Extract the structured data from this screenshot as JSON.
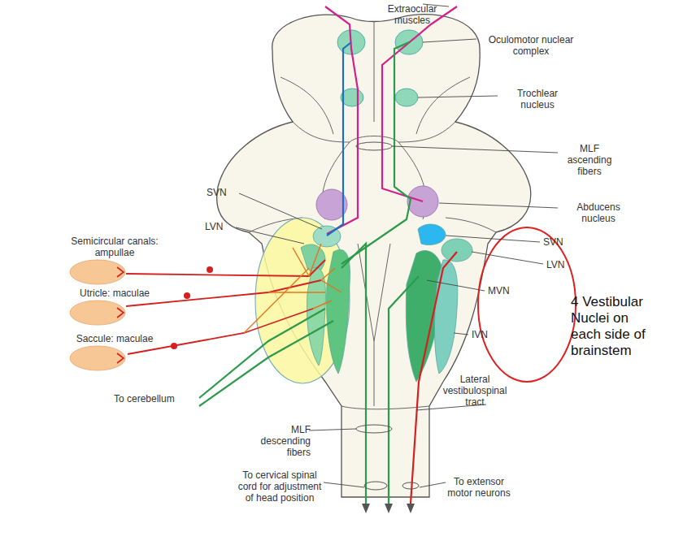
{
  "diagram": {
    "nodes": [
      {
        "text": [
          "Semicircular canals: ampullae"
        ]
      },
      {
        "text": [
          "Utricle: maculae"
        ]
      },
      {
        "text": [
          "Saccule: maculae"
        ]
      }
    ],
    "labels": [
      "Extraocular muscles",
      "Oculomotor nuclear complex",
      "Trochlear nucleus",
      "MLF ascending fibers",
      "SVN",
      "LVN",
      "Abducens nucleus",
      "SVN",
      "LVN",
      "MVN",
      "IVN",
      "4 Vestibular Nuclei on each side of brainstem",
      "Lateral vestibulospinal tract",
      "To cerebellum",
      "MLF descending fibers",
      "To cervical spinal cord for adjustment of head position",
      "To extensor motor neurons"
    ]
  }
}
